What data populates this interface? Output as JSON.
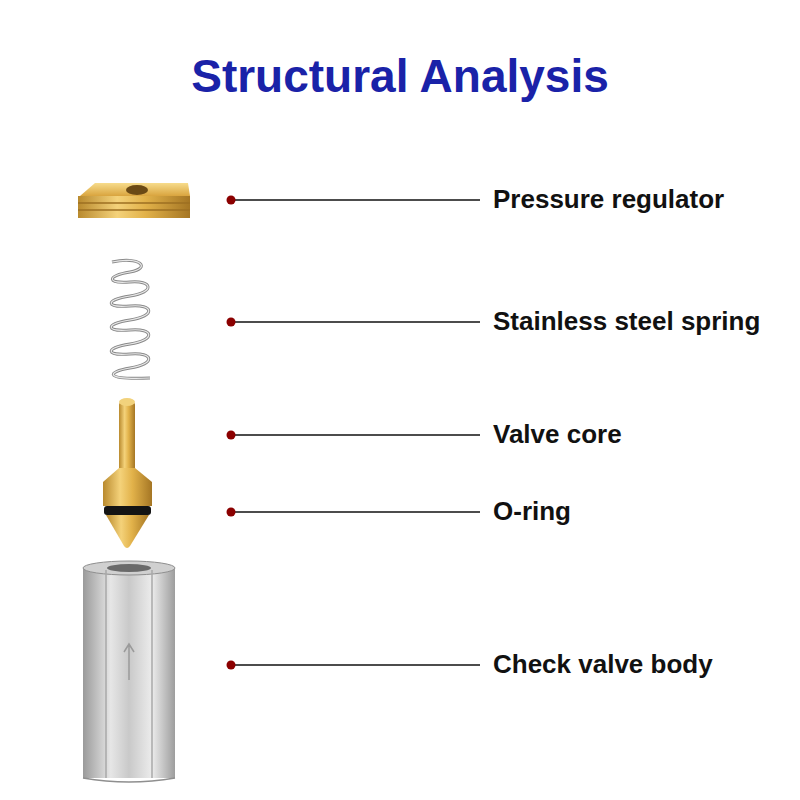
{
  "diagram": {
    "title": "Structural Analysis",
    "labels": [
      "Pressure regulator",
      "Stainless steel spring",
      "Valve core",
      "O-ring",
      "Check valve body"
    ]
  }
}
